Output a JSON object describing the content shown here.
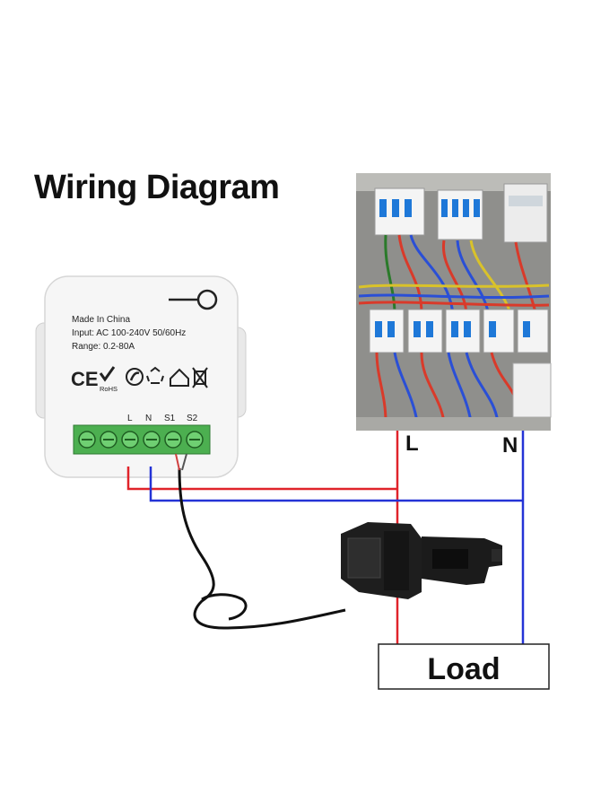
{
  "title": "Wiring Diagram",
  "device": {
    "made_in": "Made In China",
    "input": "Input: AC 100-240V 50/60Hz",
    "range": "Range: 0.2-80A",
    "rohs": "RoHS",
    "terminals": [
      "L",
      "N",
      "S1",
      "S2"
    ]
  },
  "lines": {
    "live": "L",
    "neutral": "N"
  },
  "load_label": "Load",
  "colors": {
    "live_wire": "#e0232a",
    "neutral_wire": "#2433d6",
    "terminal_block": "#4caf50",
    "device_body": "#f5f5f5"
  }
}
